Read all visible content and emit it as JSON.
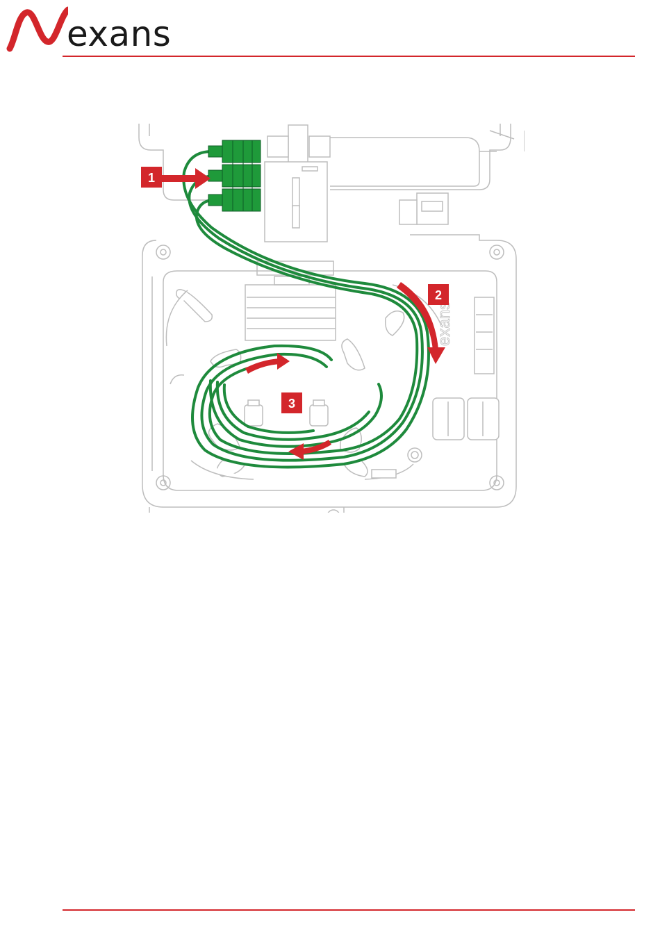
{
  "header": {
    "brand": "exans",
    "brand_color": "#d3262b",
    "rule_color": "#d3262b"
  },
  "figure": {
    "steps": [
      {
        "label": "1"
      },
      {
        "label": "2"
      },
      {
        "label": "3"
      }
    ],
    "box_embossed_text": "exans",
    "fiber_color": "#1e8a3c",
    "connector_color": "#1f9a3a",
    "arrow_color": "#d3262b",
    "box_outline_color": "#bdbdbd"
  }
}
